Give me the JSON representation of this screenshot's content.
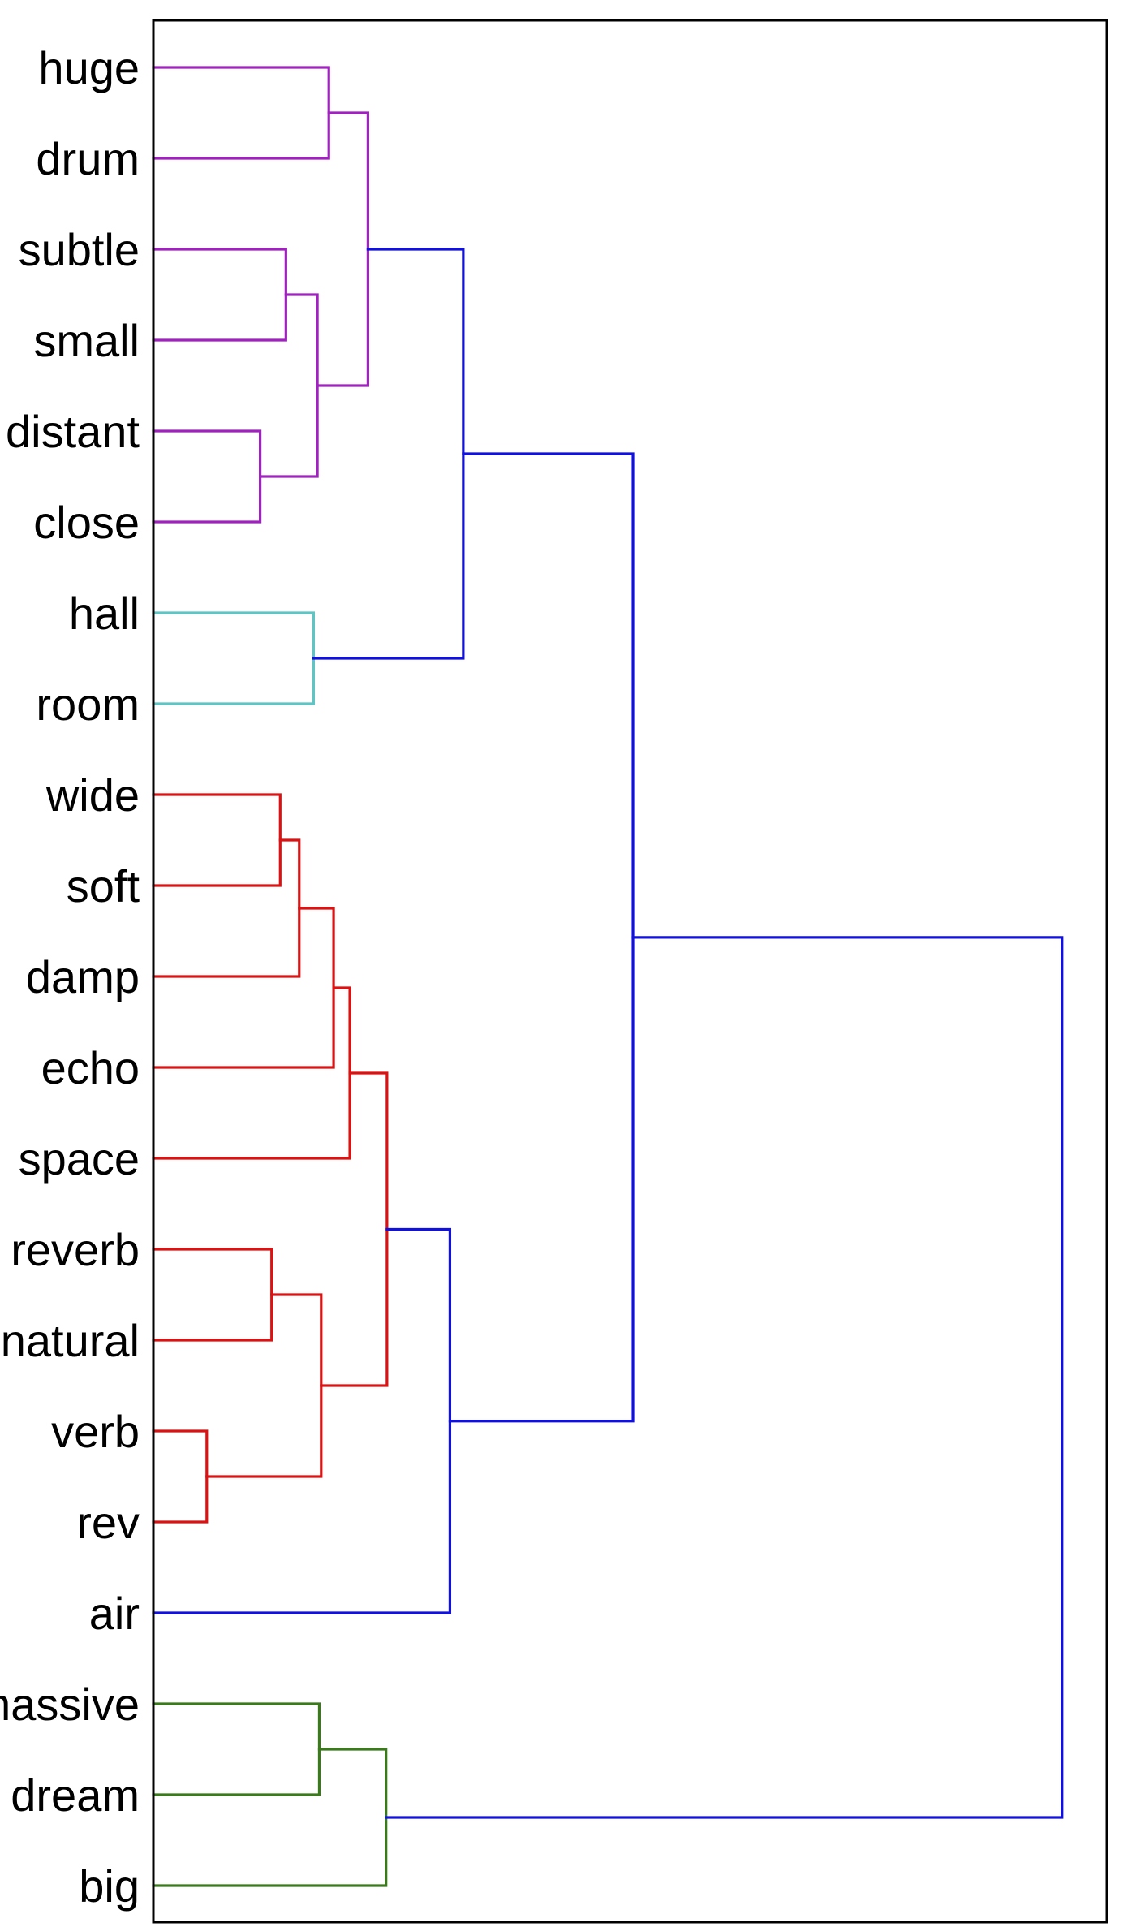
{
  "chart_data": {
    "type": "dendrogram",
    "orientation": "horizontal",
    "leaves": [
      "huge",
      "drum",
      "subtle",
      "small",
      "distant",
      "close",
      "hall",
      "room",
      "wide",
      "soft",
      "damp",
      "echo",
      "space",
      "reverb",
      "natural",
      "verb",
      "rev",
      "air",
      "massive",
      "dream",
      "big"
    ],
    "colors": {
      "purple": "#a020c0",
      "cyan": "#5ec4c4",
      "red": "#dd1111",
      "green": "#3a7a1a",
      "blue": "#1010e0",
      "frame": "#000000"
    },
    "merges": [
      {
        "a": "huge",
        "b": "drum",
        "height": 0.184,
        "color": "purple"
      },
      {
        "a": "subtle",
        "b": "small",
        "height": 0.139,
        "color": "purple"
      },
      {
        "a": "distant",
        "b": "close",
        "height": 0.112,
        "color": "purple"
      },
      {
        "a": "subtle+small",
        "b": "distant+close",
        "height": 0.172,
        "color": "purple"
      },
      {
        "a": "huge+drum",
        "b": "subtle+small+distant+close",
        "height": 0.225,
        "color": "purple"
      },
      {
        "a": "hall",
        "b": "room",
        "height": 0.168,
        "color": "cyan"
      },
      {
        "a": "purple-cluster",
        "b": "hall+room",
        "height": 0.325,
        "color": "blue"
      },
      {
        "a": "wide",
        "b": "soft",
        "height": 0.133,
        "color": "red"
      },
      {
        "a": "wide+soft",
        "b": "damp",
        "height": 0.153,
        "color": "red"
      },
      {
        "a": "wide+soft+damp",
        "b": "echo",
        "height": 0.189,
        "color": "red"
      },
      {
        "a": "wide+soft+damp+echo",
        "b": "space",
        "height": 0.206,
        "color": "red"
      },
      {
        "a": "reverb",
        "b": "natural",
        "height": 0.124,
        "color": "red"
      },
      {
        "a": "verb",
        "b": "rev",
        "height": 0.056,
        "color": "red"
      },
      {
        "a": "reverb+natural",
        "b": "verb+rev",
        "height": 0.176,
        "color": "red"
      },
      {
        "a": "wide..space",
        "b": "reverb..rev",
        "height": 0.245,
        "color": "red"
      },
      {
        "a": "red-cluster",
        "b": "air",
        "height": 0.311,
        "color": "blue"
      },
      {
        "a": "upper-cluster",
        "b": "red-cluster+air",
        "height": 0.503,
        "color": "blue"
      },
      {
        "a": "massive",
        "b": "dream",
        "height": 0.174,
        "color": "green"
      },
      {
        "a": "massive+dream",
        "b": "big",
        "height": 0.244,
        "color": "green"
      },
      {
        "a": "all-upper",
        "b": "green-cluster",
        "height": 0.953,
        "color": "blue"
      }
    ]
  }
}
